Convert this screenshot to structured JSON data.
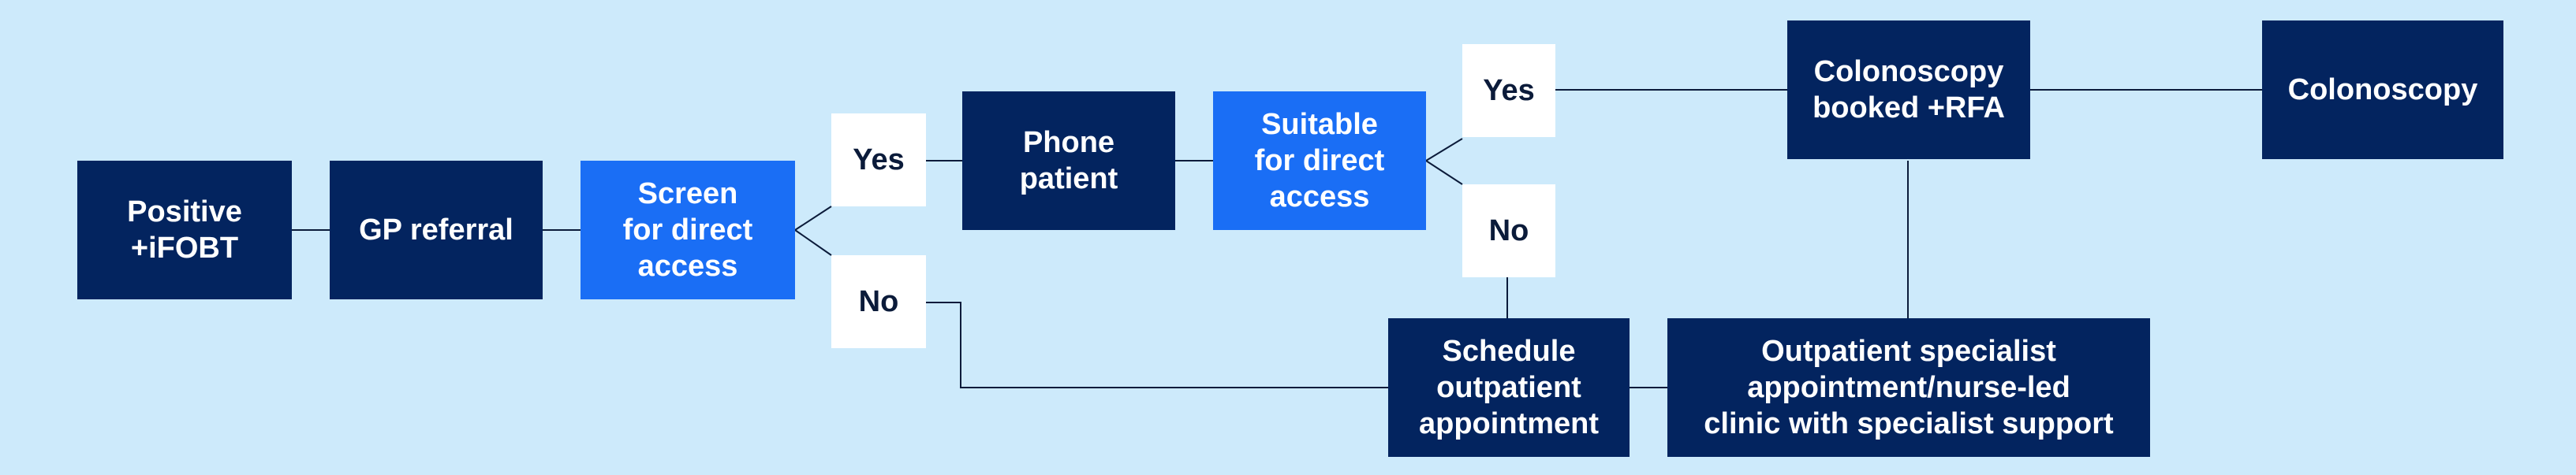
{
  "nodes": {
    "positive_ifobt": "Positive\n+iFOBT",
    "gp_referral": "GP referral",
    "screen_direct_access": "Screen\nfor direct\naccess",
    "screen_yes": "Yes",
    "screen_no": "No",
    "phone_patient": "Phone\npatient",
    "suitable_direct_access": "Suitable\nfor direct\naccess",
    "suitable_yes": "Yes",
    "suitable_no": "No",
    "colonoscopy_booked": "Colonoscopy\nbooked +RFA",
    "colonoscopy": "Colonoscopy",
    "schedule_outpatient": "Schedule\noutpatient\nappointment",
    "outpatient_specialist": "Outpatient specialist\nappointment/nurse-led\nclinic with specialist support"
  },
  "colors": {
    "background": "#cdeafb",
    "dark_box": "#03245f",
    "bright_box": "#1a6ef5",
    "choice_box": "#ffffff",
    "connector": "#0b1b3a"
  }
}
